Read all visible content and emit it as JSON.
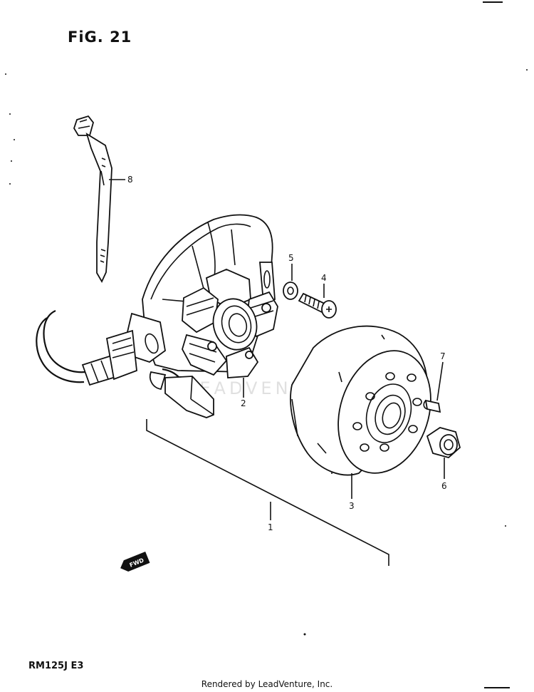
{
  "figure": {
    "title": "FiG. 21",
    "model_code": "RM125J  E3"
  },
  "callouts": [
    {
      "id": "1",
      "label": "1"
    },
    {
      "id": "2",
      "label": "2"
    },
    {
      "id": "3",
      "label": "3"
    },
    {
      "id": "4",
      "label": "4"
    },
    {
      "id": "5",
      "label": "5"
    },
    {
      "id": "6",
      "label": "6"
    },
    {
      "id": "7",
      "label": "7"
    },
    {
      "id": "8",
      "label": "8"
    }
  ],
  "direction_marker": {
    "label": "FWD",
    "icon": "forward-arrow-icon"
  },
  "watermark": {
    "text": "LEADVENTURE"
  },
  "footer": {
    "text": "Rendered by LeadVenture, Inc."
  }
}
